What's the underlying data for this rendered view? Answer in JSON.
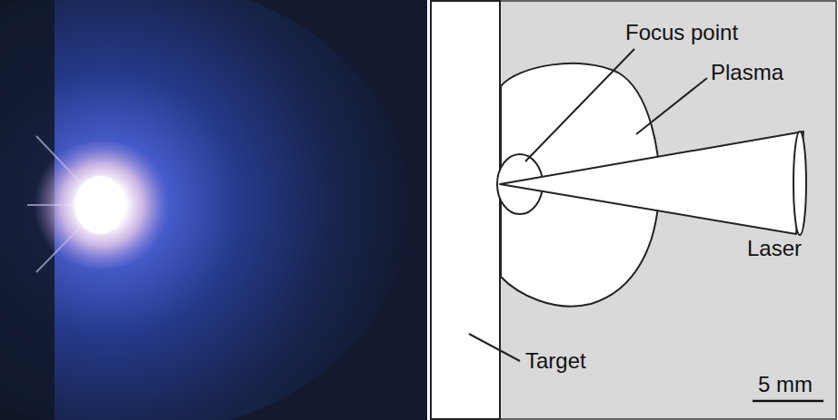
{
  "diagram": {
    "labels": [
      "Focus point",
      "Plasma",
      "Laser",
      "Target",
      "5 mm"
    ]
  }
}
